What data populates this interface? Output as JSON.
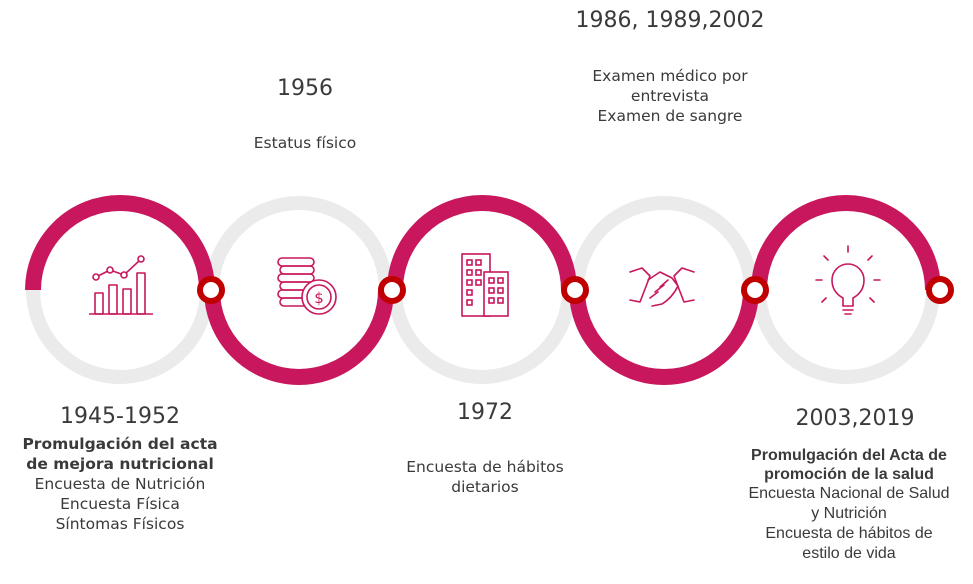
{
  "colors": {
    "accent": "#c8175d",
    "ring_gray": "#ebebeb",
    "node_red": "#c00000",
    "text": "#3a3a3a"
  },
  "milestones": [
    {
      "year": "1945-1952",
      "position": "bottom",
      "icon": "growth-chart-icon",
      "bold_lines": [
        "Promulgación del acta",
        "de mejora nutricional"
      ],
      "lines": [
        "Encuesta de Nutrición",
        "Encuesta Física",
        "Síntomas Físicos"
      ]
    },
    {
      "year": "1956",
      "position": "top",
      "icon": "coins-dollar-icon",
      "bold_lines": [],
      "lines": [
        "Estatus físico"
      ]
    },
    {
      "year": "1972",
      "position": "bottom",
      "icon": "buildings-icon",
      "bold_lines": [],
      "lines": [
        "Encuesta de hábitos",
        "dietarios"
      ]
    },
    {
      "year": "1986, 1989,2002",
      "position": "top",
      "icon": "handshake-icon",
      "bold_lines": [],
      "lines": [
        "Examen médico por",
        "entrevista",
        "Examen de sangre"
      ]
    },
    {
      "year": "2003,2019",
      "position": "bottom",
      "icon": "lightbulb-icon",
      "bold_lines": [
        "Promulgación del Acta de",
        "promoción de la salud"
      ],
      "lines": [
        "Encuesta Nacional de Salud",
        "y Nutrición",
        "Encuesta de hábitos de",
        "estilo de vida"
      ]
    }
  ]
}
